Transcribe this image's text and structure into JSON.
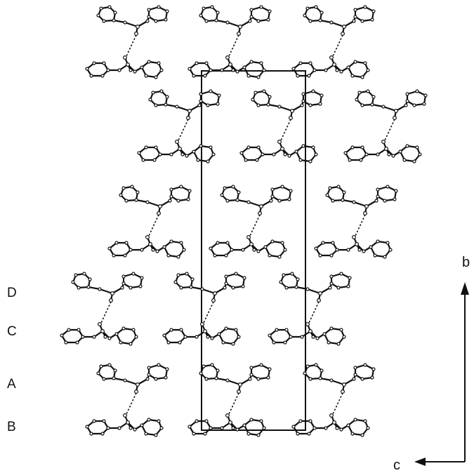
{
  "row_labels": [
    "D",
    "C",
    "A",
    "B"
  ],
  "axes": {
    "vertical": "b",
    "horizontal": "c"
  }
}
